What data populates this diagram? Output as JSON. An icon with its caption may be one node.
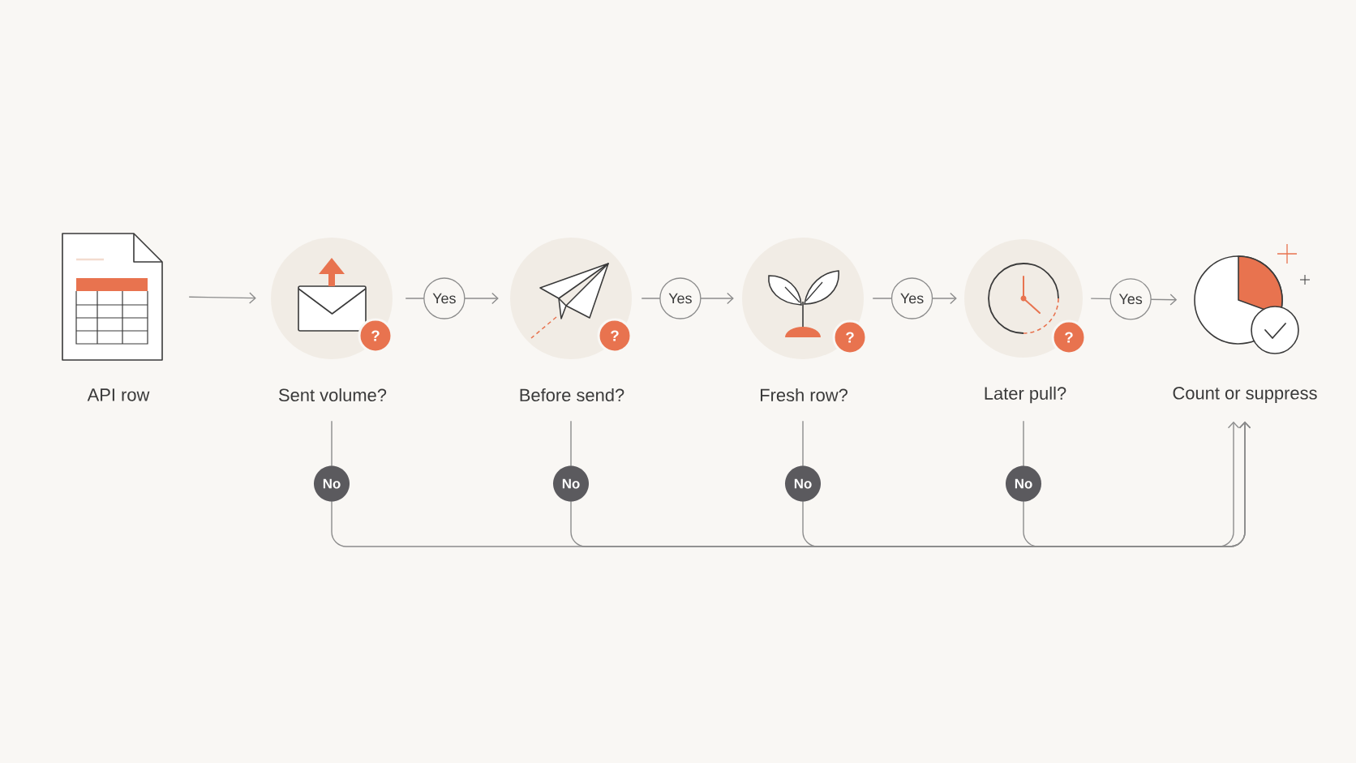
{
  "diagram": {
    "nodes": [
      {
        "text": [
          "API row"
        ]
      },
      {
        "text": [
          "Sent volume?"
        ]
      },
      {
        "text": [
          "Before send?"
        ]
      },
      {
        "text": [
          "Fresh row?"
        ]
      },
      {
        "text": [
          "Later pull?"
        ]
      },
      {
        "text": [
          "Count or suppress"
        ]
      }
    ],
    "edges": [
      {
        "from": 0,
        "to": 1,
        "arrow": "to"
      },
      {
        "from": 1,
        "to": 2,
        "arrow": "to",
        "label": "Yes"
      },
      {
        "from": 2,
        "to": 3,
        "arrow": "to",
        "label": "Yes"
      },
      {
        "from": 3,
        "to": 4,
        "arrow": "to",
        "label": "Yes"
      },
      {
        "from": 4,
        "to": 5,
        "arrow": "to",
        "label": "Yes"
      },
      {
        "from": 1,
        "to": 5,
        "arrow": "to",
        "label": "No"
      },
      {
        "from": 2,
        "to": 5,
        "arrow": "to",
        "label": "No"
      },
      {
        "from": 3,
        "to": 5,
        "arrow": "to",
        "label": "No"
      },
      {
        "from": 4,
        "to": 5,
        "arrow": "to",
        "label": "No"
      }
    ],
    "labels": [
      "?",
      "?",
      "?",
      "?"
    ]
  }
}
